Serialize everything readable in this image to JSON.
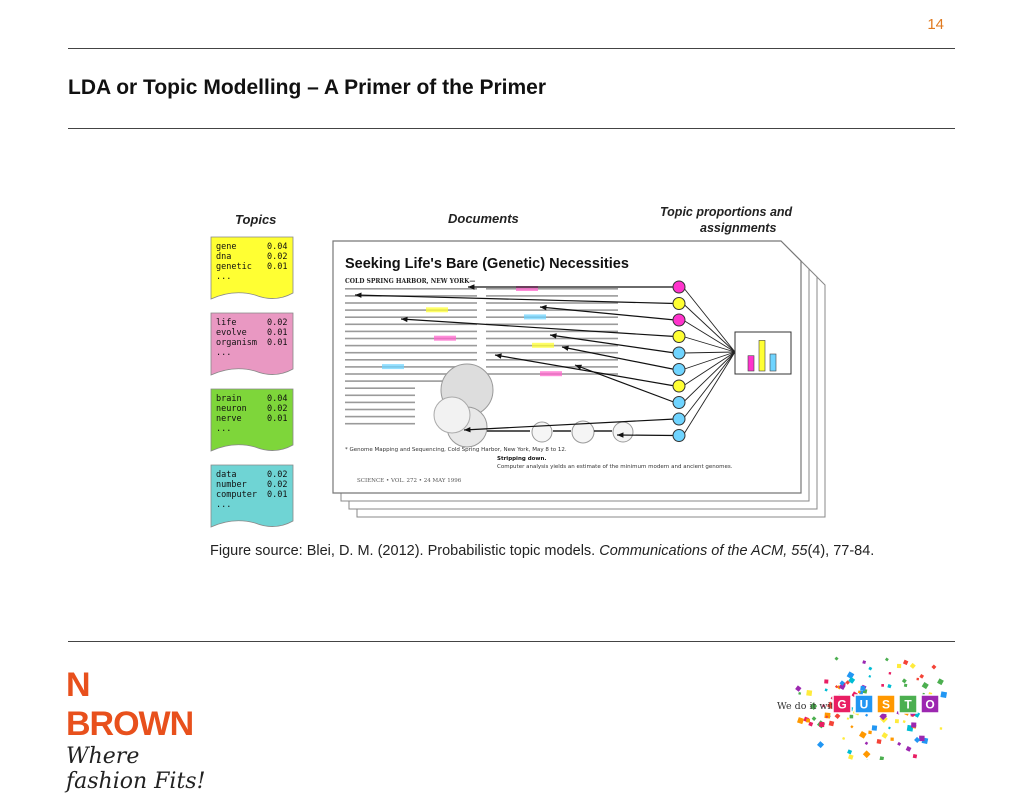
{
  "slide": {
    "page_number": "14",
    "title": "LDA or Topic Modelling – A Primer of the Primer"
  },
  "figure": {
    "headers": {
      "topics": "Topics",
      "documents": "Documents",
      "assignments_line1": "Topic proportions and",
      "assignments_line2": "assignments"
    },
    "topics": [
      {
        "color": "#ffff33",
        "words": [
          [
            "gene",
            "0.04"
          ],
          [
            "dna",
            "0.02"
          ],
          [
            "genetic",
            "0.01"
          ]
        ],
        "more": "..."
      },
      {
        "color": "#e998c2",
        "words": [
          [
            "life",
            "0.02"
          ],
          [
            "evolve",
            "0.01"
          ],
          [
            "organism",
            "0.01"
          ]
        ],
        "more": "..."
      },
      {
        "color": "#7ed63a",
        "words": [
          [
            "brain",
            "0.04"
          ],
          [
            "neuron",
            "0.02"
          ],
          [
            "nerve",
            "0.01"
          ]
        ],
        "more": "..."
      },
      {
        "color": "#6fd4d4",
        "words": [
          [
            "data",
            "0.02"
          ],
          [
            "number",
            "0.02"
          ],
          [
            "computer",
            "0.01"
          ]
        ],
        "more": "..."
      }
    ],
    "document": {
      "headline": "Seeking Life's Bare (Genetic) Necessities",
      "dateline": "COLD SPRING HARBOR, NEW YORK—",
      "footer": "SCIENCE • VOL. 272 • 24 MAY 1996",
      "footnote": "* Genome Mapping and Sequencing, Cold Spring Harbor, New York, May 8 to 12.",
      "subcaption_bold": "Stripping down.",
      "subcaption": "Computer analysis yields an estimate of the minimum modern and ancient genomes."
    },
    "circle_colors": [
      "#ff33cc",
      "#ffff33",
      "#ff33cc",
      "#ffff33",
      "#6fd4ff",
      "#6fd4ff",
      "#ffff33",
      "#6fd4ff",
      "#6fd4ff",
      "#6fd4ff"
    ],
    "bar_colors": [
      "#ff33cc",
      "#ffff33",
      "#6fd4ff"
    ],
    "bar_values": [
      0.45,
      0.9,
      0.5
    ]
  },
  "caption": {
    "prefix": "Figure source: Blei, D. M. (2012). Probabilistic topic models. ",
    "journal": "Communications of the ACM, 55",
    "suffix": "(4), 77-84."
  },
  "footer": {
    "nbrown_word": "N BROWN",
    "nbrown_tagline": "Where fashion Fits!",
    "gusto_prefix": "We do it with",
    "gusto_letters": [
      "G",
      "U",
      "S",
      "T",
      "O"
    ]
  },
  "colors": {
    "accent_orange": "#e07a1f",
    "nbrown_orange": "#e8501c"
  }
}
